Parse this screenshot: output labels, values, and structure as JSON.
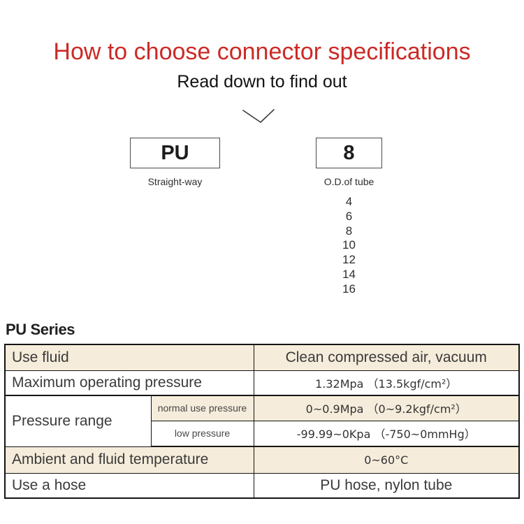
{
  "header": {
    "title": "How to choose connector specifications",
    "subtitle": "Read down to find out"
  },
  "selector": {
    "model_box": {
      "code": "PU",
      "caption": "Straight-way"
    },
    "size_box": {
      "code": "8",
      "caption": "O.D.of tube"
    },
    "size_options": [
      "4",
      "6",
      "8",
      "10",
      "12",
      "14",
      "16"
    ]
  },
  "series_heading": "PU Series",
  "spec_table": {
    "use_fluid": {
      "label": "Use fluid",
      "value": "Clean compressed air, vacuum"
    },
    "max_pressure": {
      "label": "Maximum operating pressure",
      "value": "1.32Mpa （13.5kgf/cm²）"
    },
    "pressure_range": {
      "label": "Pressure range",
      "normal": {
        "label": "normal use pressure",
        "value": "0~0.9Mpa （0~9.2kgf/cm²）"
      },
      "low": {
        "label": "low pressure",
        "value": "-99.99~0Kpa （-750~0mmHg）"
      }
    },
    "temperature": {
      "label": "Ambient and fluid temperature",
      "value": "0~60°C"
    },
    "hose": {
      "label": "Use a hose",
      "value": "PU hose, nylon tube"
    }
  },
  "colors": {
    "accent_red": "#cb2a26",
    "row_highlight": "#f5ecdb",
    "table_border": "#141414"
  }
}
